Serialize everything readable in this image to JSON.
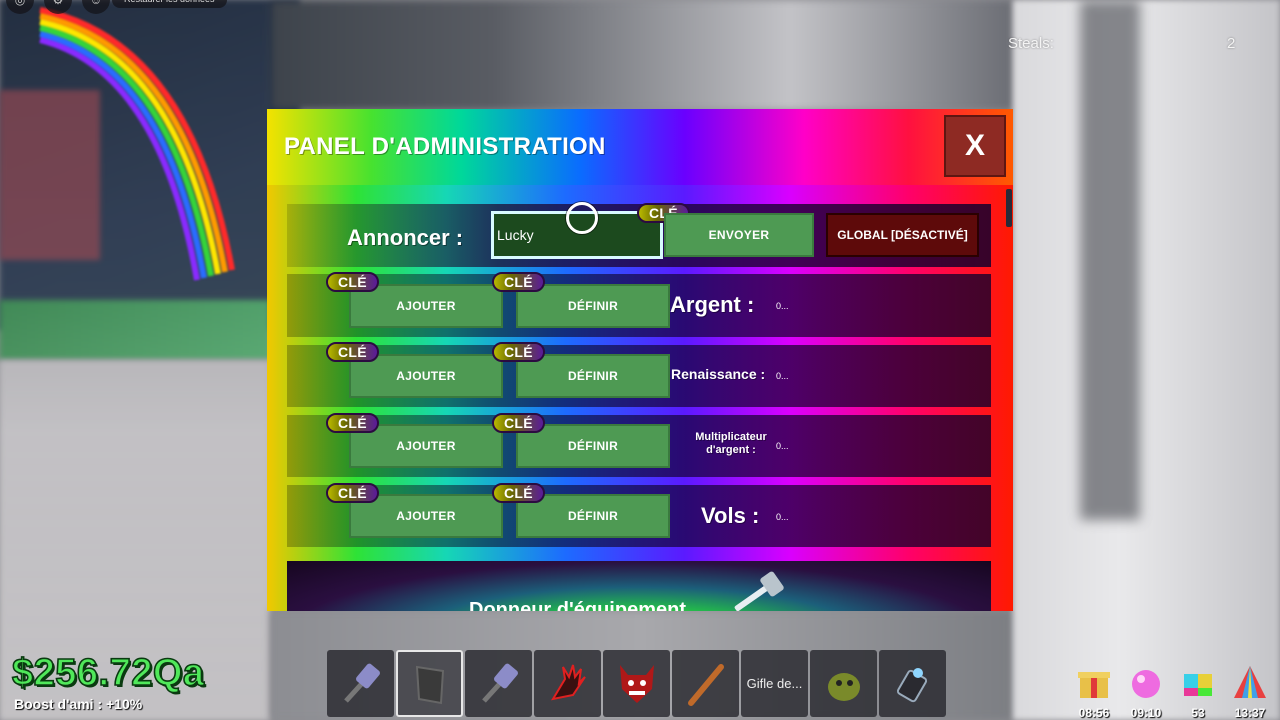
{
  "topbar": {
    "restore_label": "Restaurer les données"
  },
  "steals": {
    "label": "Steals:",
    "value": "2"
  },
  "panel": {
    "title": "PANEL D'ADMINISTRATION",
    "close_label": "X",
    "announce": {
      "label": "Annoncer :",
      "input_value": "Lucky",
      "send_label": "ENVOYER",
      "global_label": "GLOBAL [DÉSACTIVÉ]",
      "key_badge": "CLÉ"
    },
    "rows": [
      {
        "stat_label": "Argent :",
        "value": "0...",
        "add_label": "AJOUTER",
        "set_label": "DÉFINIR",
        "key_badge": "CLÉ"
      },
      {
        "stat_label": "Renaissance :",
        "value": "0...",
        "add_label": "AJOUTER",
        "set_label": "DÉFINIR",
        "key_badge": "CLÉ"
      },
      {
        "stat_label": "Multiplicateur d'argent :",
        "value": "0...",
        "add_label": "AJOUTER",
        "set_label": "DÉFINIR",
        "key_badge": "CLÉ"
      },
      {
        "stat_label": "Vols :",
        "value": "0...",
        "add_label": "AJOUTER",
        "set_label": "DÉFINIR",
        "key_badge": "CLÉ"
      }
    ],
    "donor_title": "Donneur d'équipement"
  },
  "hud": {
    "money": "$256.72Qa",
    "boost": "Boost d'ami : +10%",
    "hotbar": [
      {
        "icon": "hammer-icon"
      },
      {
        "icon": "shield-icon",
        "selected": true
      },
      {
        "icon": "hammer-icon"
      },
      {
        "icon": "red-glove-icon"
      },
      {
        "icon": "demon-mask-icon"
      },
      {
        "icon": "bat-icon"
      },
      {
        "text": "Gifle de..."
      },
      {
        "icon": "green-creature-icon"
      },
      {
        "icon": "gadget-icon"
      }
    ],
    "right": [
      {
        "icon": "gift-icon",
        "value": "08:56"
      },
      {
        "icon": "pink-orb-icon",
        "value": "09:10"
      },
      {
        "icon": "puzzle-icon",
        "value": "53"
      },
      {
        "icon": "rainbow-tent-icon",
        "value": "13:37"
      }
    ]
  },
  "colors": {
    "money_green": "#50e85a",
    "button_green": "#4e9a53",
    "close_red": "#8e2a23",
    "global_dark_red": "#5e0a0a"
  }
}
